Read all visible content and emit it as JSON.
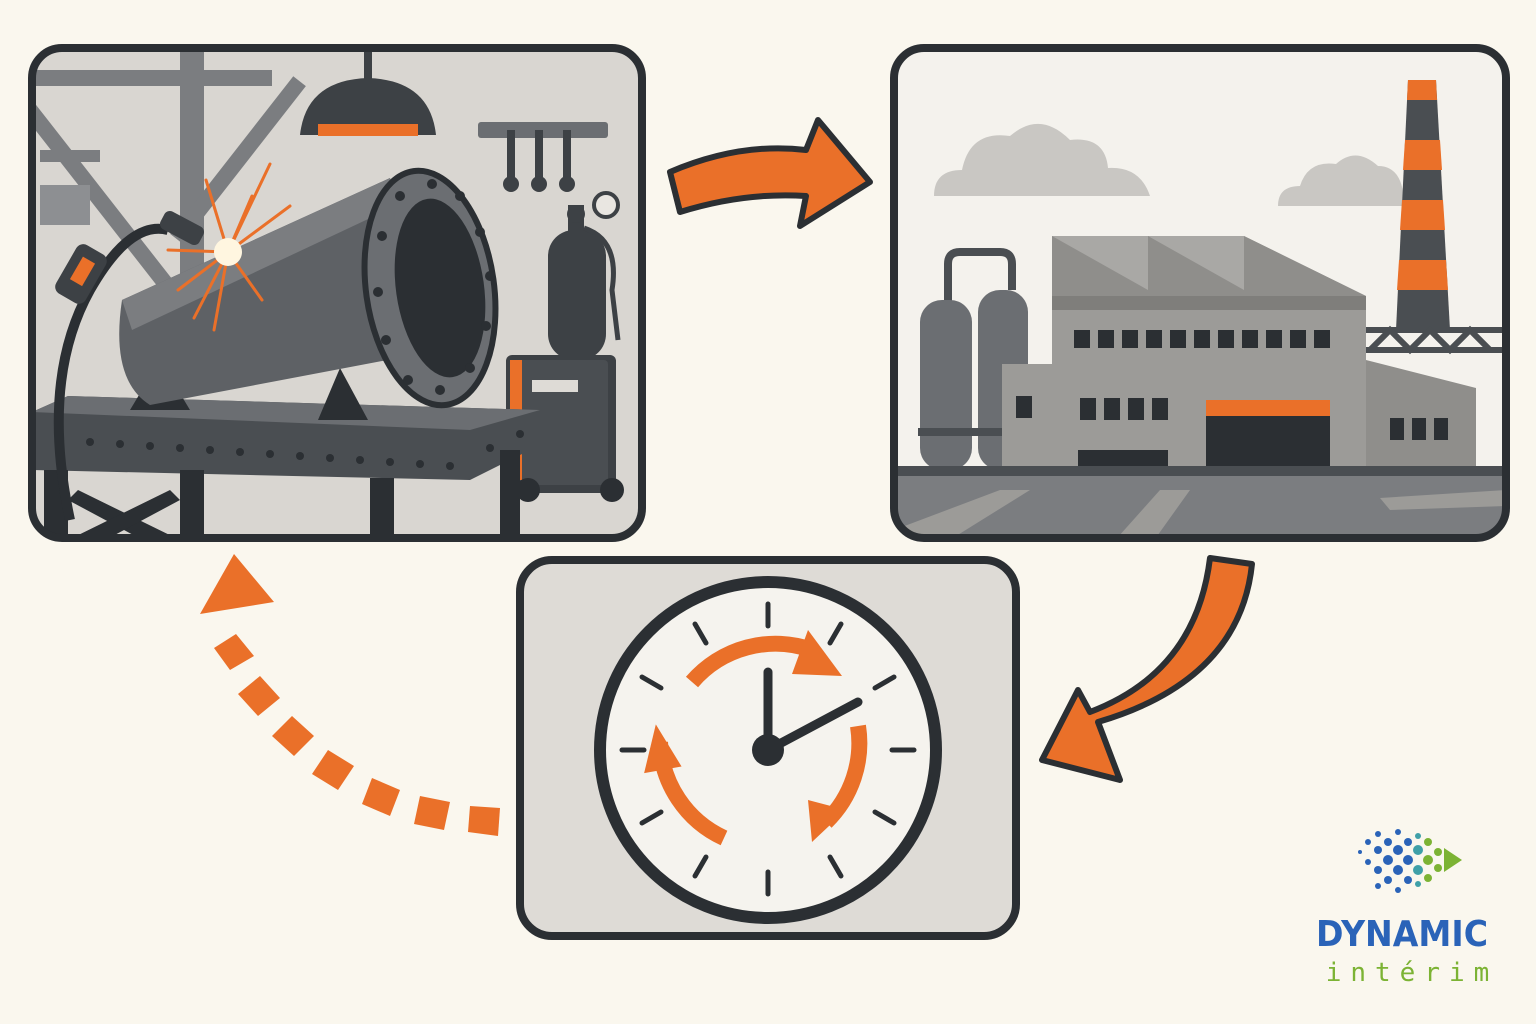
{
  "panels": [
    {
      "id": "workshop",
      "label": "welding-workshop"
    },
    {
      "id": "factory",
      "label": "factory-site"
    },
    {
      "id": "clock",
      "label": "time-cycle"
    }
  ],
  "colors": {
    "accent": "#ea7029",
    "outline": "#2b2f33",
    "panel_bg": "#dedbd6",
    "page_bg": "#faf7ee",
    "brand_blue": "#2a63b8",
    "brand_green": "#7cb334"
  },
  "icons": [
    "welding-torch-icon",
    "pipe-flange-icon",
    "gas-cylinder-icon",
    "welder-machine-icon",
    "factory-icon",
    "chimney-icon",
    "clock-icon",
    "cycle-arrows-icon"
  ],
  "brand": {
    "name": "DYNAMIC",
    "sub": "intérim"
  }
}
